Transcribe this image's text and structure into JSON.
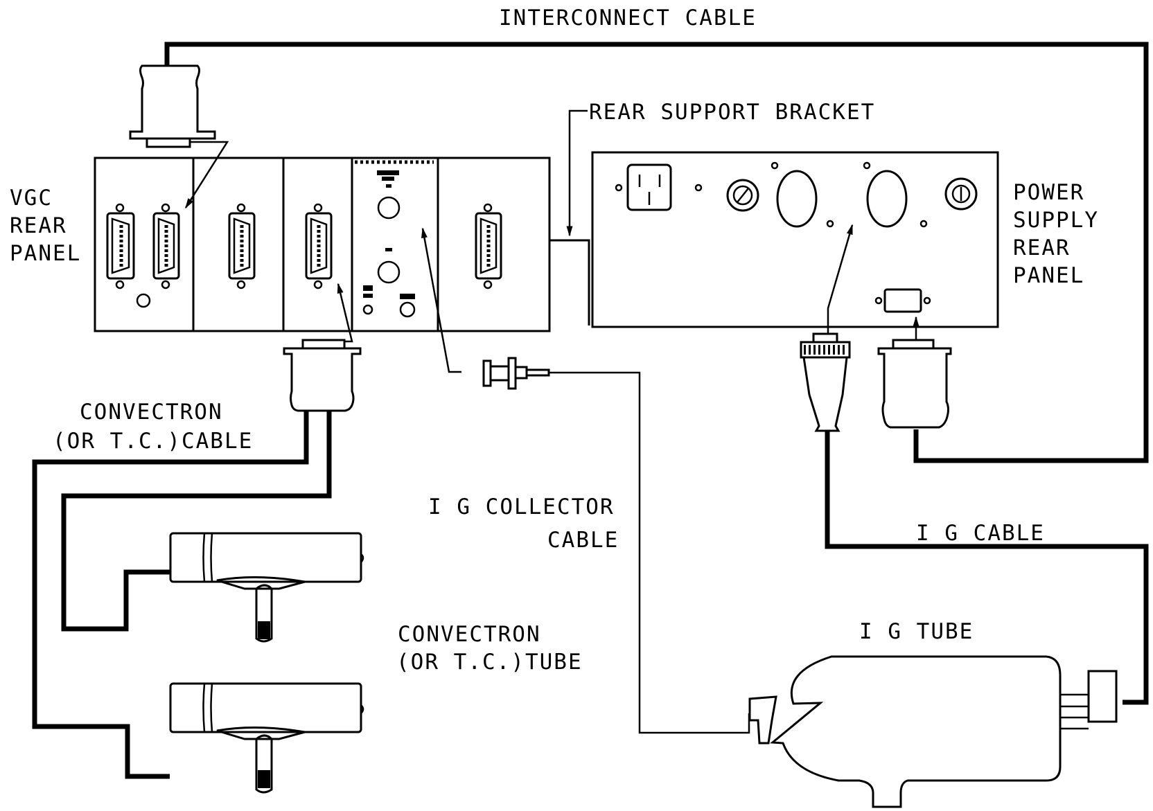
{
  "diagram": {
    "labels": {
      "interconnect_cable": "INTERCONNECT  CABLE",
      "rear_support_bracket": "REAR  SUPPORT  BRACKET",
      "vgc_rear_panel": [
        "VGC",
        "REAR",
        "PANEL"
      ],
      "power_supply_rear_panel": [
        "POWER",
        "SUPPLY",
        "REAR",
        "PANEL"
      ],
      "convectron_cable": [
        "CONVECTRON",
        "(OR  T.C.)CABLE"
      ],
      "ig_collector_cable": [
        "I  G  COLLECTOR",
        "CABLE"
      ],
      "ig_cable": "I  G  CABLE",
      "convectron_tube": [
        "CONVECTRON",
        "(OR  T.C.)TUBE"
      ],
      "ig_tube": "I  G  TUBE"
    },
    "components": [
      {
        "id": "vgc-rear-panel",
        "type": "panel",
        "modules": 5
      },
      {
        "id": "power-supply-rear-panel",
        "type": "panel"
      },
      {
        "id": "convectron-tube-1",
        "type": "gauge-tube"
      },
      {
        "id": "convectron-tube-2",
        "type": "gauge-tube"
      },
      {
        "id": "ig-tube",
        "type": "ion-gauge-tube"
      }
    ],
    "connections": [
      {
        "from": "vgc-rear-panel",
        "to": "power-supply-rear-panel",
        "cable": "interconnect_cable"
      },
      {
        "from": "vgc-rear-panel",
        "to": "convectron-tube-1",
        "cable": "convectron_cable"
      },
      {
        "from": "vgc-rear-panel",
        "to": "convectron-tube-2",
        "cable": "convectron_cable"
      },
      {
        "from": "vgc-rear-panel",
        "to": "ig-tube",
        "cable": "ig_collector_cable"
      },
      {
        "from": "power-supply-rear-panel",
        "to": "ig-tube",
        "cable": "ig_cable"
      }
    ]
  }
}
